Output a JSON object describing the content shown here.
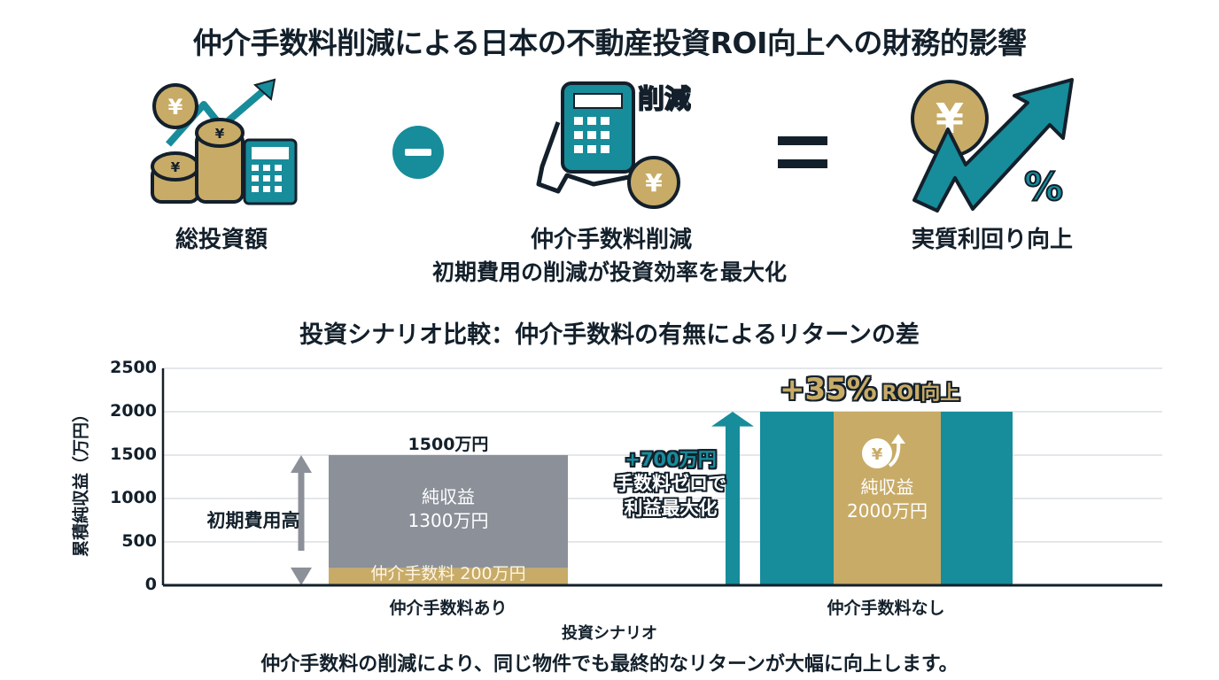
{
  "header": {
    "title": "仲介手数料削減による日本の不動産投資ROI向上への財務的影響"
  },
  "equation": {
    "items": [
      {
        "label": "総投資額",
        "icon": "coins-calculator-growth-icon"
      },
      {
        "label": "仲介手数料削減",
        "icon": "hand-calculator-yen-icon",
        "icon_text": "削減"
      },
      {
        "label": "実質利回り向上",
        "icon": "yen-arrow-percent-icon"
      }
    ],
    "minus_icon": "minus-circle-icon",
    "equals_icon": "equals-icon",
    "subtitle": "初期費用の削減が投資効率を最大化"
  },
  "colors": {
    "teal": "#178c9b",
    "gold": "#c8ab67",
    "gray": "#8b9099",
    "navy": "#13202b"
  },
  "chart_data": {
    "type": "bar",
    "stacked": true,
    "title": "投資シナリオ比較：仲介手数料の有無によるリターンの差",
    "xlabel": "投資シナリオ",
    "ylabel": "累積純収益（万円）",
    "ylim": [
      0,
      2500
    ],
    "yticks": [
      "0",
      "500",
      "1000",
      "1500",
      "2000",
      "2500"
    ],
    "grid": true,
    "categories": [
      "仲介手数料あり",
      "仲介手数料なし"
    ],
    "bars": [
      {
        "category": "仲介手数料あり",
        "total": 1500,
        "total_label": "1500万円",
        "segments": [
          {
            "name": "仲介手数料",
            "value": 200,
            "label": "仲介手数料 200万円",
            "color": "#c8ab67"
          },
          {
            "name": "純収益",
            "value": 1300,
            "label": "純収益",
            "value_label": "1300万円",
            "color": "#8b9099"
          }
        ]
      },
      {
        "category": "仲介手数料なし",
        "total": 2000,
        "segments": [
          {
            "name": "純収益",
            "value": 2000,
            "label": "純収益",
            "value_label": "2000万円",
            "color": "#c8ab67",
            "edge_color": "#178c9b"
          }
        ]
      }
    ],
    "annotations": {
      "left_arrow_label": "初期費用高",
      "gain_line1": "+700万円",
      "gain_line2": "手数料ゼロで",
      "gain_line3": "利益最大化",
      "roi_big": "+35%",
      "roi_small": "ROI向上"
    }
  },
  "footer": {
    "caption": "仲介手数料の削減により、同じ物件でも最終的なリターンが大幅に向上します。"
  }
}
